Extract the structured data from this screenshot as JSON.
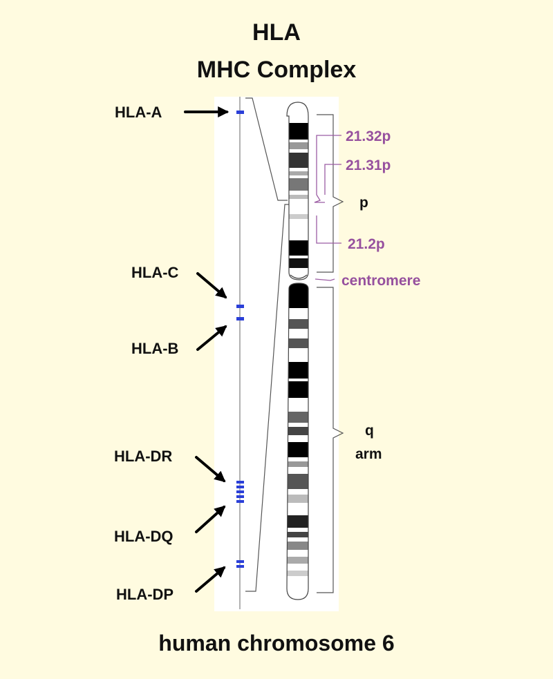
{
  "title": {
    "line1": "HLA",
    "line2": "MHC Complex"
  },
  "caption": "human chromosome 6",
  "genes": [
    {
      "label": "HLA-A"
    },
    {
      "label": "HLA-C"
    },
    {
      "label": "HLA-B"
    },
    {
      "label": "HLA-DR"
    },
    {
      "label": "HLA-DQ"
    },
    {
      "label": "HLA-DP"
    }
  ],
  "bands": [
    {
      "label": "21.32p"
    },
    {
      "label": "21.31p"
    },
    {
      "label": "21.2p"
    },
    {
      "label": "centromere"
    }
  ],
  "arms": {
    "p_label": "p",
    "q_label_1": "q",
    "q_label_2": "arm"
  },
  "colors": {
    "background": "#fffbe0",
    "gene_marker": "#2a3fd8",
    "band_label": "#96509e"
  }
}
